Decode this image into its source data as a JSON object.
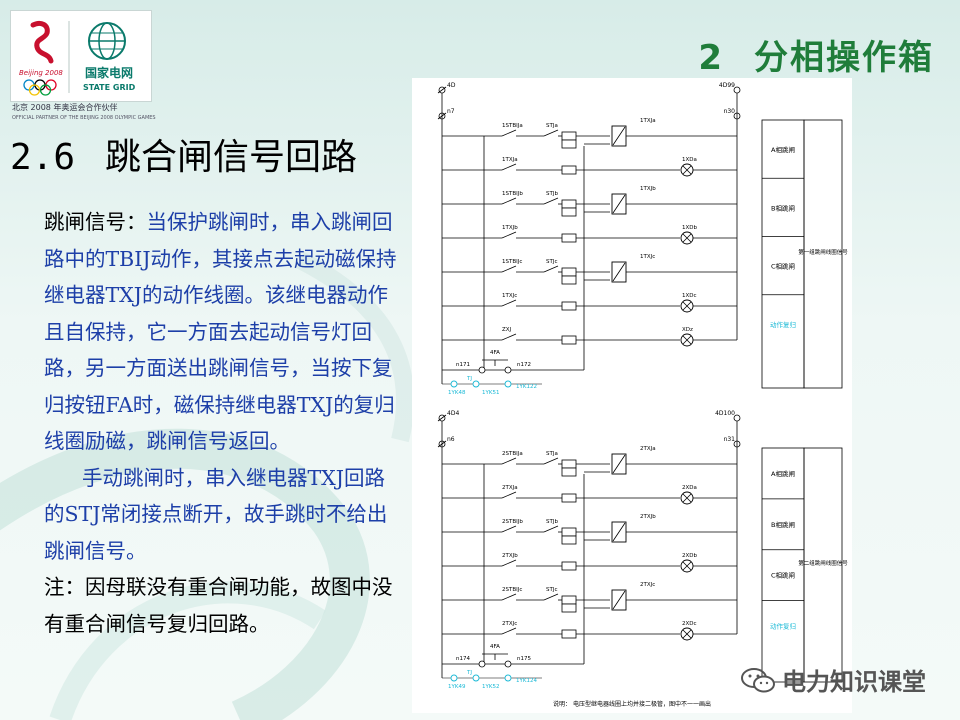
{
  "logo": {
    "beijing_mark": "Beijing 2008",
    "grid_cn": "国家电网",
    "grid_en": "STATE GRID",
    "caption_cn": "北京 2008 年奥运会合作伙伴",
    "caption_en": "OFFICIAL PARTNER OF THE BEIJING 2008 OLYMPIC GAMES"
  },
  "section": {
    "number": "2",
    "title": "分相操作箱"
  },
  "heading": {
    "number": "2.6",
    "title": "跳合闸信号回路"
  },
  "body": {
    "p1_label": "跳闸信号：",
    "p1_text": "当保护跳闸时，串入跳闸回路中的TBIJ动作，其接点去起动磁保持继电器TXJ的动作线圈。该继电器动作且自保持，它一方面去起动信号灯回路，另一方面送出跳闸信号，当按下复归按钮FA时，磁保持继电器TXJ的复归线圈励磁，跳闸信号返回。",
    "p2_text": "手动跳闸时，串入继电器TXJ回路的STJ常闭接点断开，故手跳时不给出跳闸信号。",
    "p3_text": "注：因母联没有重合闸功能，故图中没有重合闸信号复归回路。"
  },
  "diagram": {
    "top": {
      "left_bus": "4D",
      "left_bus2": "n7",
      "right_bus": "4D99",
      "right_bus2": "n30",
      "rows": [
        {
          "contact": "1STBIJa",
          "mid": "STJa",
          "coil": "1TXJa"
        },
        {
          "contact": "1TXJa",
          "lamp": "1XDa"
        },
        {
          "contact": "1STBIJb",
          "mid": "STJb",
          "coil": "1TXJb"
        },
        {
          "contact": "1TXJb",
          "lamp": "1XDb"
        },
        {
          "contact": "1STBIJc",
          "mid": "STJc",
          "coil": "1TXJc"
        },
        {
          "contact": "1TXJc",
          "lamp": "1XDc"
        },
        {
          "contact": "ZXJ",
          "lamp": "XDz"
        }
      ],
      "reset_button": "4FA",
      "reset_left": "n171",
      "reset_right": "n172",
      "term_tj": "TJ",
      "term_a": "1YK48",
      "term_b": "1YK51",
      "term_c": "1YK122",
      "side_labels": [
        "A相跳闸",
        "B相跳闸",
        "C相跳闸",
        "动作复归"
      ],
      "group_label": "第一组跳闸线圈信号"
    },
    "bottom": {
      "left_bus": "4D4",
      "left_bus2": "n6",
      "right_bus": "4D100",
      "right_bus2": "n31",
      "rows": [
        {
          "contact": "2STBIJa",
          "mid": "STJa",
          "coil": "2TXJa"
        },
        {
          "contact": "2TXJa",
          "lamp": "2XDa"
        },
        {
          "contact": "2STBIJb",
          "mid": "STJb",
          "coil": "2TXJb"
        },
        {
          "contact": "2TXJb",
          "lamp": "2XDb"
        },
        {
          "contact": "2STBIJc",
          "mid": "STJc",
          "coil": "2TXJc"
        },
        {
          "contact": "2TXJc",
          "lamp": "2XDc"
        }
      ],
      "reset_button": "4FA",
      "reset_left": "n174",
      "reset_right": "n175",
      "term_tj": "TJ",
      "term_a": "1YK49",
      "term_b": "1YK52",
      "term_c": "1YK124",
      "side_labels": [
        "A相跳闸",
        "B相跳闸",
        "C相跳闸",
        "动作复归"
      ],
      "group_label": "第二组跳闸线圈信号"
    },
    "caption": "说明：  电压型继电器线圈上均并接二极管，图中不一一画出"
  },
  "watermark": {
    "text": "电力知识课堂"
  },
  "colors": {
    "section_title": "#1f7d3a",
    "body_blue": "#1d3fa8",
    "cyan_terminal": "#19b9d6"
  }
}
